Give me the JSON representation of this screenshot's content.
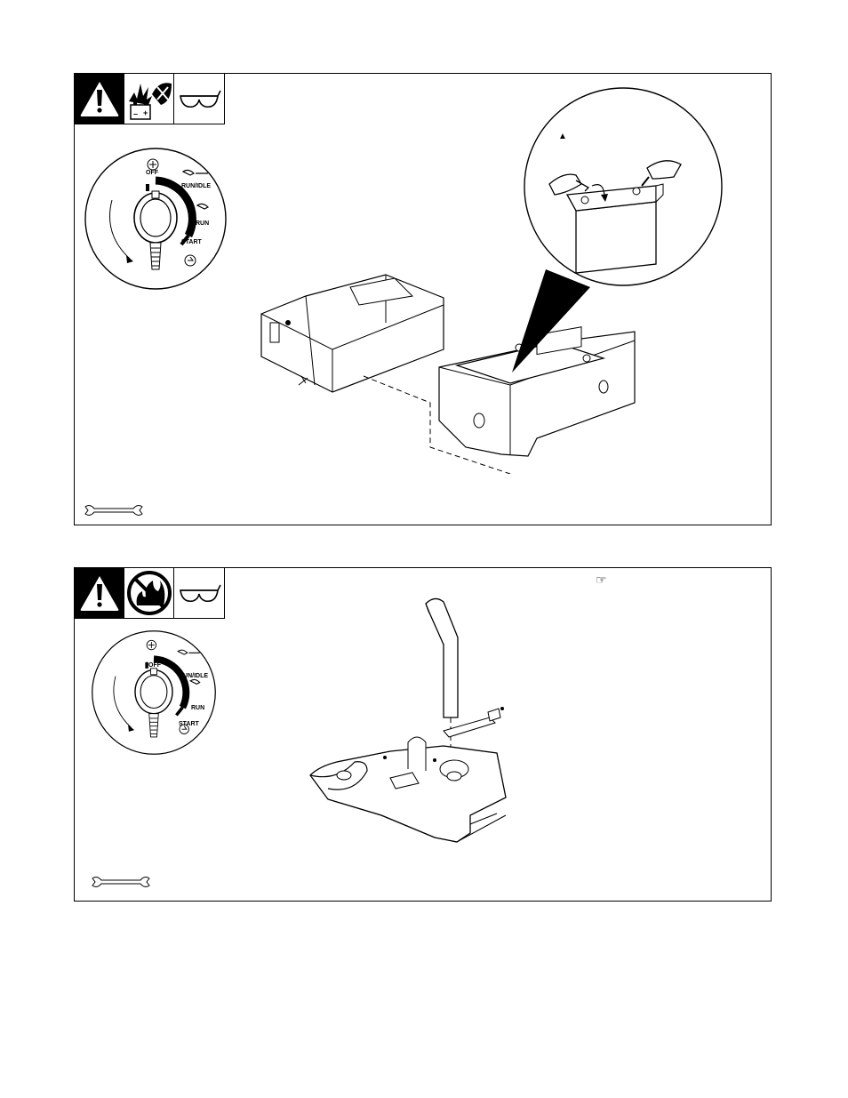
{
  "switch_labels": {
    "off": "OFF",
    "run_idle": "RUN/IDLE",
    "run": "RUN",
    "start": "START"
  },
  "battery": {
    "minus": "–",
    "plus": "+"
  },
  "icons": {
    "panel1_warning": [
      "warning-exclamation-icon",
      "battery-explosion-icon",
      "safety-glasses-icon"
    ],
    "panel2_warning": [
      "warning-exclamation-icon",
      "no-fire-icon",
      "safety-glasses-icon"
    ],
    "tools": [
      "wrench-icon",
      "pointing-hand-icon",
      "triangle-marker-icon"
    ]
  },
  "pointer_glyph": "☞",
  "triangle_glyph": "▲"
}
